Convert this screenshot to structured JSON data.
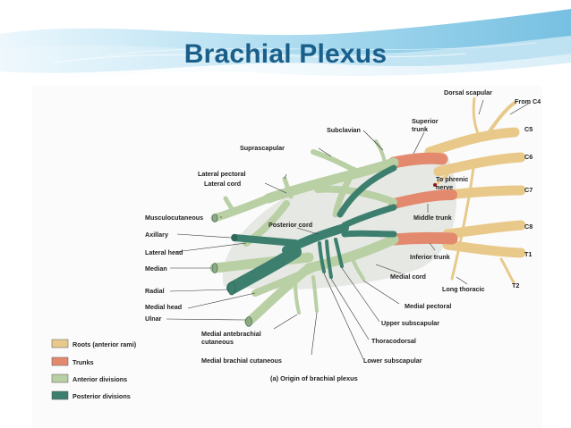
{
  "slide": {
    "title": "Brachial Plexus"
  },
  "labels": {
    "dorsal_scapular": "Dorsal scapular",
    "from_c4": "From C4",
    "c5": "C5",
    "c6": "C6",
    "c7": "C7",
    "c8": "C8",
    "t1": "T1",
    "t2": "T2",
    "subclavian": "Subclavian",
    "superior": "Superior",
    "trunk": "trunk",
    "suprascapular": "Suprascapular",
    "lateral_pectoral": "Lateral pectoral",
    "lateral_cord": "Lateral cord",
    "to_phrenic": "To phrenic",
    "nerve": "nerve",
    "middle_trunk": "Middle trunk",
    "musculocutaneous": "Musculocutaneous",
    "posterior_cord": "Posterior cord",
    "axillary": "Axillary",
    "lateral_head": "Lateral head",
    "inferior_trunk": "Inferior trunk",
    "median": "Median",
    "medial_cord": "Medial cord",
    "radial": "Radial",
    "long_thoracic": "Long thoracic",
    "medial_head": "Medial head",
    "medial_pectoral": "Medial pectoral",
    "ulnar": "Ulnar",
    "upper_subscapular": "Upper subscapular",
    "medial_antebrachial": "Medial antebrachial",
    "cutaneous": "cutaneous",
    "thoracodorsal": "Thoracodorsal",
    "medial_brachial_cutaneous": "Medial brachial cutaneous",
    "lower_subscapular": "Lower subscapular",
    "caption": "(a) Origin of brachial plexus"
  },
  "legend": [
    {
      "label": "Roots (anterior rami)",
      "color": "#e8c98a"
    },
    {
      "label": "Trunks",
      "color": "#e38a6e"
    },
    {
      "label": "Anterior divisions",
      "color": "#b9cfa4"
    },
    {
      "label": "Posterior divisions",
      "color": "#3d7f6e"
    }
  ],
  "colors": {
    "title": "#1a5f8a",
    "banner": "#7ec6e6",
    "roots": "#e8c98a",
    "trunks": "#e38a6e",
    "anterior": "#b9cfa4",
    "posterior": "#3d7f6e"
  }
}
